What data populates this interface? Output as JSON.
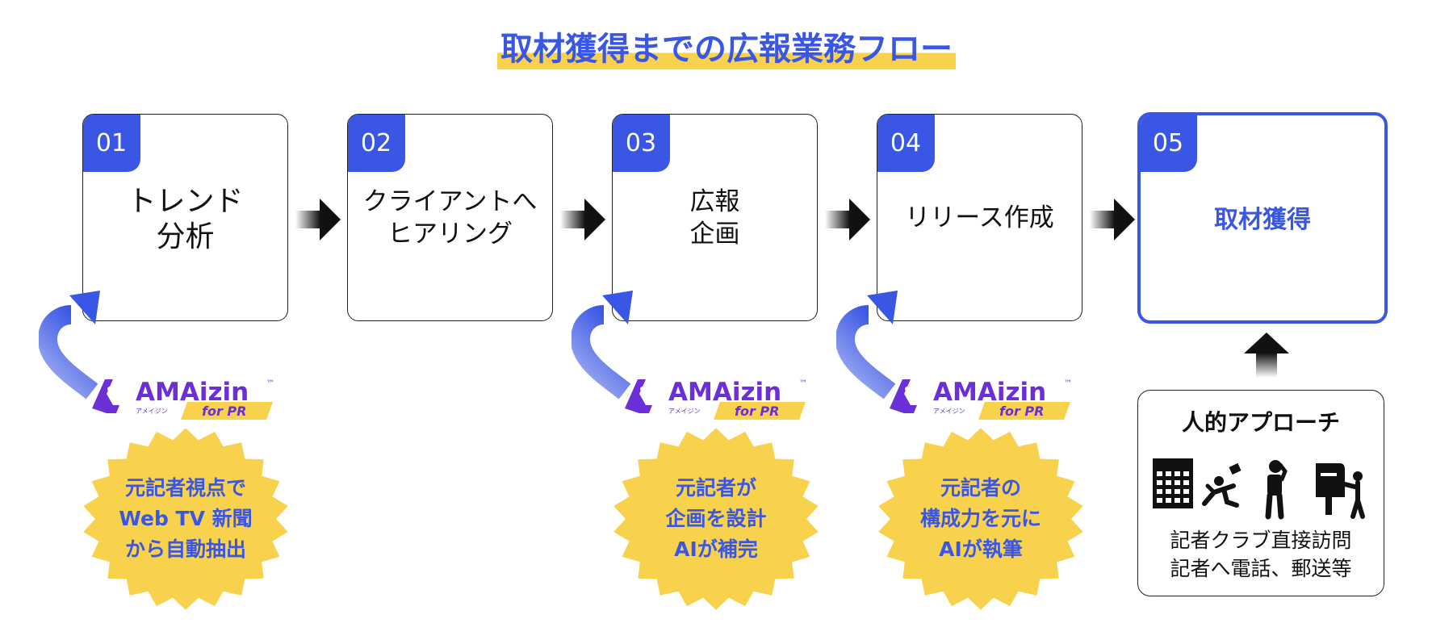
{
  "title": "取材獲得までの広報業務フロー",
  "steps": [
    {
      "num": "01",
      "label_line1": "トレンド",
      "label_line2": "分析"
    },
    {
      "num": "02",
      "label_line1": "クライアントへ",
      "label_line2": "ヒアリング"
    },
    {
      "num": "03",
      "label_line1": "広報",
      "label_line2": "企画"
    },
    {
      "num": "04",
      "label_line1": "リリース作成",
      "label_line2": ""
    },
    {
      "num": "05",
      "label_line1": "取材獲得",
      "label_line2": ""
    }
  ],
  "logo": {
    "brand": "AMAizin",
    "tm": "™",
    "kana": "アメイジン",
    "sub": "for PR"
  },
  "badges": [
    {
      "lines": [
        "元記者視点で",
        "Web TV 新聞",
        "から自動抽出"
      ]
    },
    {
      "lines": [
        "元記者が",
        "企画を設計",
        "AIが補完"
      ]
    },
    {
      "lines": [
        "元記者の",
        "構成力を元に",
        "AIが執筆"
      ]
    }
  ],
  "human_approach": {
    "title": "人的アプローチ",
    "desc_line1": "記者クラブ直接訪問",
    "desc_line2": "記者へ電話、郵送等",
    "icons": [
      "building-icon",
      "running-person-icon",
      "phone-person-icon",
      "mailbox-person-icon"
    ]
  },
  "colors": {
    "accent": "#3a56e4",
    "highlight": "#f8d24d",
    "logo_purple": "#6a2fd6"
  }
}
